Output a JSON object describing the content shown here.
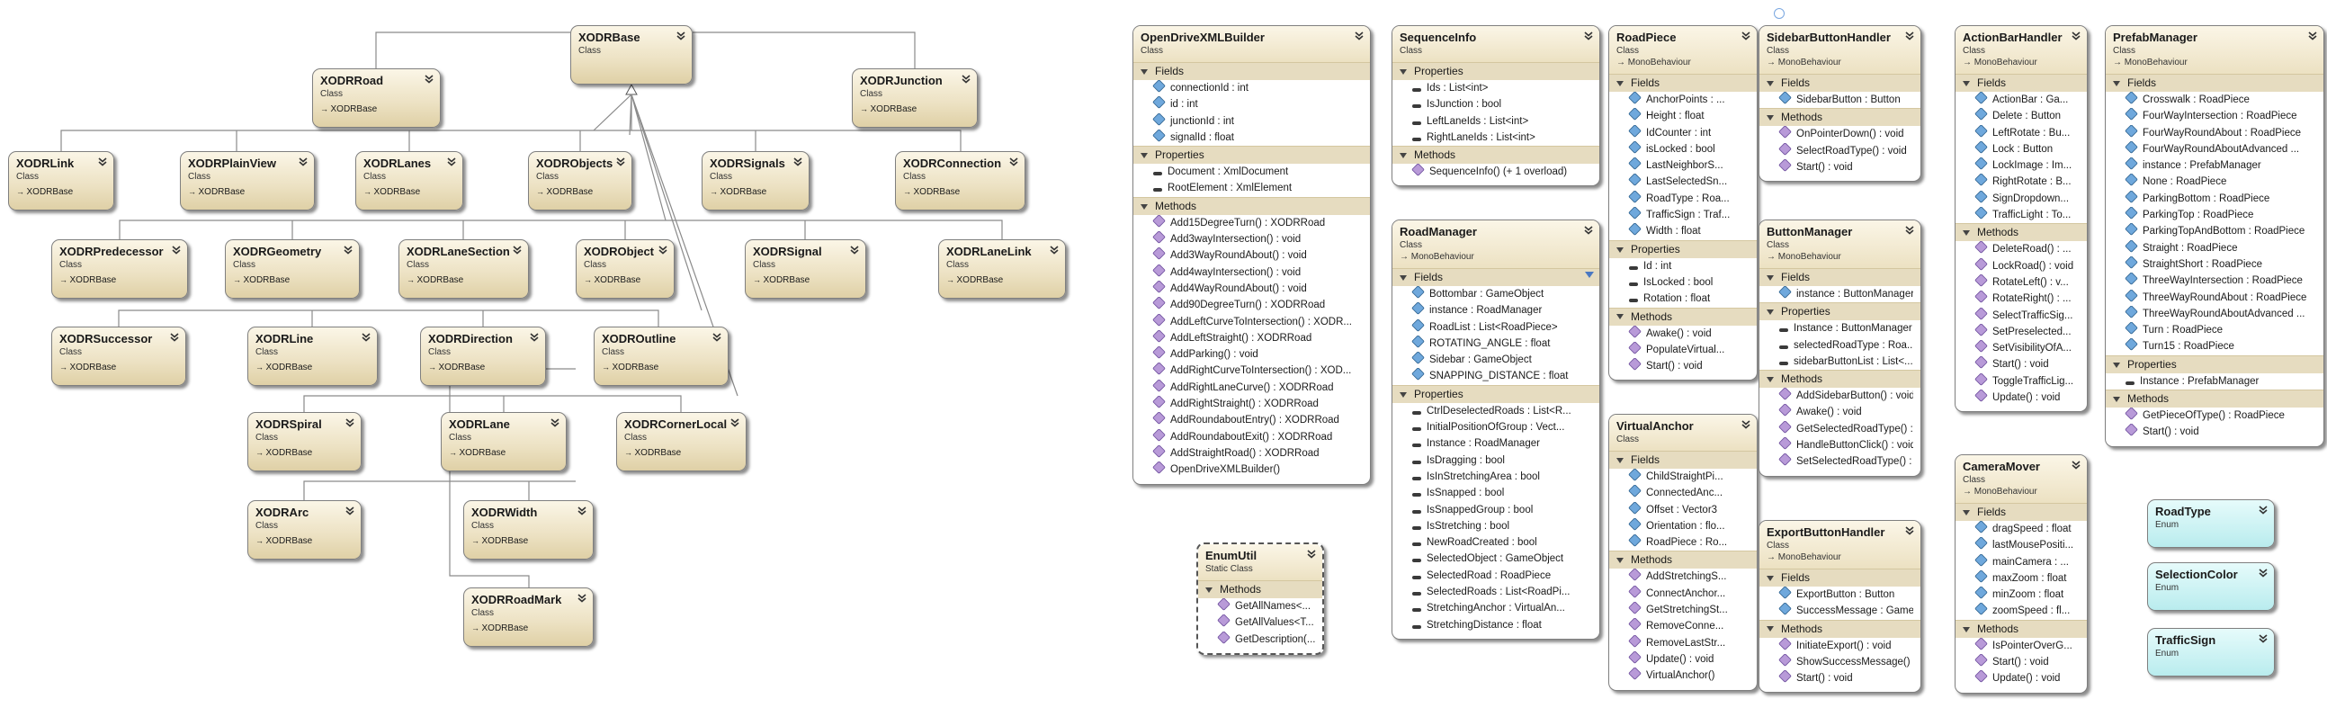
{
  "classes": [
    {
      "name": "XODRBase",
      "kind": "Class",
      "base": ""
    },
    {
      "name": "XODRRoad",
      "kind": "Class",
      "base": "XODRBase"
    },
    {
      "name": "XODRJunction",
      "kind": "Class",
      "base": "XODRBase"
    },
    {
      "name": "XODRLink",
      "kind": "Class",
      "base": "XODRBase"
    },
    {
      "name": "XODRPlainView",
      "kind": "Class",
      "base": "XODRBase"
    },
    {
      "name": "XODRLanes",
      "kind": "Class",
      "base": "XODRBase"
    },
    {
      "name": "XODRObjects",
      "kind": "Class",
      "base": "XODRBase"
    },
    {
      "name": "XODRSignals",
      "kind": "Class",
      "base": "XODRBase"
    },
    {
      "name": "XODRConnection",
      "kind": "Class",
      "base": "XODRBase"
    },
    {
      "name": "XODRPredecessor",
      "kind": "Class",
      "base": "XODRBase"
    },
    {
      "name": "XODRGeometry",
      "kind": "Class",
      "base": "XODRBase"
    },
    {
      "name": "XODRLaneSection",
      "kind": "Class",
      "base": "XODRBase"
    },
    {
      "name": "XODRObject",
      "kind": "Class",
      "base": "XODRBase"
    },
    {
      "name": "XODRSignal",
      "kind": "Class",
      "base": "XODRBase"
    },
    {
      "name": "XODRLaneLink",
      "kind": "Class",
      "base": "XODRBase"
    },
    {
      "name": "XODRSuccessor",
      "kind": "Class",
      "base": "XODRBase"
    },
    {
      "name": "XODRLine",
      "kind": "Class",
      "base": "XODRBase"
    },
    {
      "name": "XODRDirection",
      "kind": "Class",
      "base": "XODRBase"
    },
    {
      "name": "XODROutline",
      "kind": "Class",
      "base": "XODRBase"
    },
    {
      "name": "XODRSpiral",
      "kind": "Class",
      "base": "XODRBase"
    },
    {
      "name": "XODRLane",
      "kind": "Class",
      "base": "XODRBase"
    },
    {
      "name": "XODRCornerLocal",
      "kind": "Class",
      "base": "XODRBase"
    },
    {
      "name": "XODRArc",
      "kind": "Class",
      "base": "XODRBase"
    },
    {
      "name": "XODRWidth",
      "kind": "Class",
      "base": "XODRBase"
    },
    {
      "name": "XODRRoadMark",
      "kind": "Class",
      "base": "XODRBase"
    }
  ],
  "panels": [
    {
      "name": "OpenDriveXMLBuilder",
      "kind": "Class",
      "sections": [
        {
          "title": "Fields",
          "items": [
            {
              "i": "f",
              "t": "connectionId : int"
            },
            {
              "i": "f",
              "t": "id : int"
            },
            {
              "i": "f",
              "t": "junctionId : int"
            },
            {
              "i": "f",
              "t": "signalId : float"
            }
          ]
        },
        {
          "title": "Properties",
          "items": [
            {
              "i": "p",
              "t": "Document : XmlDocument"
            },
            {
              "i": "p",
              "t": "RootElement : XmlElement"
            }
          ]
        },
        {
          "title": "Methods",
          "items": [
            {
              "i": "m",
              "t": "Add15DegreeTurn() : XODRRoad"
            },
            {
              "i": "m",
              "t": "Add3wayIntersection() : void"
            },
            {
              "i": "m",
              "t": "Add3WayRoundAbout() : void"
            },
            {
              "i": "m",
              "t": "Add4wayIntersection() : void"
            },
            {
              "i": "m",
              "t": "Add4WayRoundAbout() : void"
            },
            {
              "i": "m",
              "t": "Add90DegreeTurn() : XODRRoad"
            },
            {
              "i": "m",
              "t": "AddLeftCurveToIntersection() : XODR..."
            },
            {
              "i": "m",
              "t": "AddLeftStraight() : XODRRoad"
            },
            {
              "i": "m",
              "t": "AddParking() : void"
            },
            {
              "i": "m",
              "t": "AddRightCurveToIntersection() : XOD..."
            },
            {
              "i": "m",
              "t": "AddRightLaneCurve() : XODRRoad"
            },
            {
              "i": "m",
              "t": "AddRightStraight() : XODRRoad"
            },
            {
              "i": "m",
              "t": "AddRoundaboutEntry() : XODRRoad"
            },
            {
              "i": "m",
              "t": "AddRoundaboutExit() : XODRRoad"
            },
            {
              "i": "m",
              "t": "AddStraightRoad() : XODRRoad"
            },
            {
              "i": "m",
              "t": "OpenDriveXMLBuilder()"
            }
          ]
        }
      ]
    },
    {
      "name": "SequenceInfo",
      "kind": "Class",
      "sections": [
        {
          "title": "Properties",
          "items": [
            {
              "i": "p",
              "t": "Ids : List<int>"
            },
            {
              "i": "p",
              "t": "IsJunction : bool"
            },
            {
              "i": "p",
              "t": "LeftLaneIds : List<int>"
            },
            {
              "i": "p",
              "t": "RightLaneIds : List<int>"
            }
          ]
        },
        {
          "title": "Methods",
          "items": [
            {
              "i": "m",
              "t": "SequenceInfo() (+ 1 overload)"
            }
          ]
        }
      ]
    },
    {
      "name": "RoadManager",
      "kind": "Class",
      "base": "MonoBehaviour",
      "sections": [
        {
          "title": "Fields",
          "items": [
            {
              "i": "f",
              "t": "Bottombar : GameObject"
            },
            {
              "i": "f",
              "t": "instance : RoadManager"
            },
            {
              "i": "f",
              "t": "RoadList : List<RoadPiece>"
            },
            {
              "i": "f",
              "t": "ROTATING_ANGLE : float"
            },
            {
              "i": "f",
              "t": "Sidebar : GameObject"
            },
            {
              "i": "f",
              "t": "SNAPPING_DISTANCE : float"
            }
          ]
        },
        {
          "title": "Properties",
          "items": [
            {
              "i": "p",
              "t": "CtrlDeselectedRoads : List<R..."
            },
            {
              "i": "p",
              "t": "InitialPositionOfGroup : Vect..."
            },
            {
              "i": "p",
              "t": "Instance : RoadManager"
            },
            {
              "i": "p",
              "t": "IsDragging : bool"
            },
            {
              "i": "p",
              "t": "IsInStretchingArea : bool"
            },
            {
              "i": "p",
              "t": "IsSnapped : bool"
            },
            {
              "i": "p",
              "t": "IsSnappedGroup : bool"
            },
            {
              "i": "p",
              "t": "IsStretching : bool"
            },
            {
              "i": "p",
              "t": "NewRoadCreated : bool"
            },
            {
              "i": "p",
              "t": "SelectedObject : GameObject"
            },
            {
              "i": "p",
              "t": "SelectedRoad : RoadPiece"
            },
            {
              "i": "p",
              "t": "SelectedRoads : List<RoadPi..."
            },
            {
              "i": "p",
              "t": "StretchingAnchor : VirtualAn..."
            },
            {
              "i": "p",
              "t": "StretchingDistance : float"
            }
          ]
        }
      ]
    },
    {
      "name": "RoadPiece",
      "kind": "Class",
      "base": "MonoBehaviour",
      "sections": [
        {
          "title": "Fields",
          "items": [
            {
              "i": "f",
              "t": "AnchorPoints : ..."
            },
            {
              "i": "f",
              "t": "Height : float"
            },
            {
              "i": "f",
              "t": "IdCounter : int"
            },
            {
              "i": "f",
              "t": "isLocked : bool"
            },
            {
              "i": "f",
              "t": "LastNeighborS..."
            },
            {
              "i": "f",
              "t": "LastSelectedSn..."
            },
            {
              "i": "f",
              "t": "RoadType : Roa..."
            },
            {
              "i": "f",
              "t": "TrafficSign : Traf..."
            },
            {
              "i": "f",
              "t": "Width : float"
            }
          ]
        },
        {
          "title": "Properties",
          "items": [
            {
              "i": "p",
              "t": "Id : int"
            },
            {
              "i": "p",
              "t": "IsLocked : bool"
            },
            {
              "i": "p",
              "t": "Rotation : float"
            }
          ]
        },
        {
          "title": "Methods",
          "items": [
            {
              "i": "m",
              "t": "Awake() : void"
            },
            {
              "i": "m",
              "t": "PopulateVirtual..."
            },
            {
              "i": "m",
              "t": "Start() : void"
            }
          ]
        }
      ]
    },
    {
      "name": "VirtualAnchor",
      "kind": "Class",
      "sections": [
        {
          "title": "Fields",
          "items": [
            {
              "i": "f",
              "t": "ChildStraightPi..."
            },
            {
              "i": "f",
              "t": "ConnectedAnc..."
            },
            {
              "i": "f",
              "t": "Offset : Vector3"
            },
            {
              "i": "f",
              "t": "Orientation : flo..."
            },
            {
              "i": "f",
              "t": "RoadPiece : Ro..."
            }
          ]
        },
        {
          "title": "Methods",
          "items": [
            {
              "i": "m",
              "t": "AddStretchingS..."
            },
            {
              "i": "m",
              "t": "ConnectAnchor..."
            },
            {
              "i": "m",
              "t": "GetStretchingSt..."
            },
            {
              "i": "m",
              "t": "RemoveConne..."
            },
            {
              "i": "m",
              "t": "RemoveLastStr..."
            },
            {
              "i": "m",
              "t": "Update() : void"
            },
            {
              "i": "m",
              "t": "VirtualAnchor()"
            }
          ]
        }
      ]
    },
    {
      "name": "SidebarButtonHandler",
      "kind": "Class",
      "base": "MonoBehaviour",
      "sections": [
        {
          "title": "Fields",
          "items": [
            {
              "i": "f",
              "t": "SidebarButton : Button"
            }
          ]
        },
        {
          "title": "Methods",
          "items": [
            {
              "i": "m",
              "t": "OnPointerDown() : void"
            },
            {
              "i": "m",
              "t": "SelectRoadType() : void"
            },
            {
              "i": "m",
              "t": "Start() : void"
            }
          ]
        }
      ]
    },
    {
      "name": "ButtonManager",
      "kind": "Class",
      "base": "MonoBehaviour",
      "sections": [
        {
          "title": "Fields",
          "items": [
            {
              "i": "f",
              "t": "instance : ButtonManager"
            }
          ]
        },
        {
          "title": "Properties",
          "items": [
            {
              "i": "p",
              "t": "Instance : ButtonManager"
            },
            {
              "i": "p",
              "t": "selectedRoadType : Roa..."
            },
            {
              "i": "p",
              "t": "sidebarButtonList : List<..."
            }
          ]
        },
        {
          "title": "Methods",
          "items": [
            {
              "i": "m",
              "t": "AddSidebarButton() : void"
            },
            {
              "i": "m",
              "t": "Awake() : void"
            },
            {
              "i": "m",
              "t": "GetSelectedRoadType() : ..."
            },
            {
              "i": "m",
              "t": "HandleButtonClick() : void"
            },
            {
              "i": "m",
              "t": "SetSelectedRoadType() : ..."
            }
          ]
        }
      ]
    },
    {
      "name": "ExportButtonHandler",
      "kind": "Class",
      "base": "MonoBehaviour",
      "sections": [
        {
          "title": "Fields",
          "items": [
            {
              "i": "f",
              "t": "ExportButton : Button"
            },
            {
              "i": "f",
              "t": "SuccessMessage : Game..."
            }
          ]
        },
        {
          "title": "Methods",
          "items": [
            {
              "i": "m",
              "t": "InitiateExport() : void"
            },
            {
              "i": "m",
              "t": "ShowSuccessMessage() : ..."
            },
            {
              "i": "m",
              "t": "Start() : void"
            }
          ]
        }
      ]
    },
    {
      "name": "ActionBarHandler",
      "kind": "Class",
      "base": "MonoBehaviour",
      "sections": [
        {
          "title": "Fields",
          "items": [
            {
              "i": "f",
              "t": "ActionBar : Ga..."
            },
            {
              "i": "f",
              "t": "Delete : Button"
            },
            {
              "i": "f",
              "t": "LeftRotate : Bu..."
            },
            {
              "i": "f",
              "t": "Lock : Button"
            },
            {
              "i": "f",
              "t": "LockImage : Im..."
            },
            {
              "i": "f",
              "t": "RightRotate : B..."
            },
            {
              "i": "f",
              "t": "SignDropdown..."
            },
            {
              "i": "f",
              "t": "TrafficLight : To..."
            }
          ]
        },
        {
          "title": "Methods",
          "items": [
            {
              "i": "m",
              "t": "DeleteRoad() : ..."
            },
            {
              "i": "m",
              "t": "LockRoad() : void"
            },
            {
              "i": "m",
              "t": "RotateLeft() : v..."
            },
            {
              "i": "m",
              "t": "RotateRight() : ..."
            },
            {
              "i": "m",
              "t": "SelectTrafficSig..."
            },
            {
              "i": "m",
              "t": "SetPreselected..."
            },
            {
              "i": "m",
              "t": "SetVisibilityOfA..."
            },
            {
              "i": "m",
              "t": "Start() : void"
            },
            {
              "i": "m",
              "t": "ToggleTrafficLig..."
            },
            {
              "i": "m",
              "t": "Update() : void"
            }
          ]
        }
      ]
    },
    {
      "name": "CameraMover",
      "kind": "Class",
      "base": "MonoBehaviour",
      "sections": [
        {
          "title": "Fields",
          "items": [
            {
              "i": "f",
              "t": "dragSpeed : float"
            },
            {
              "i": "f",
              "t": "lastMousePositi..."
            },
            {
              "i": "f",
              "t": "mainCamera : ..."
            },
            {
              "i": "f",
              "t": "maxZoom : float"
            },
            {
              "i": "f",
              "t": "minZoom : float"
            },
            {
              "i": "f",
              "t": "zoomSpeed : fl..."
            }
          ]
        },
        {
          "title": "Methods",
          "items": [
            {
              "i": "m",
              "t": "IsPointerOverG..."
            },
            {
              "i": "m",
              "t": "Start() : void"
            },
            {
              "i": "m",
              "t": "Update() : void"
            }
          ]
        }
      ]
    },
    {
      "name": "PrefabManager",
      "kind": "Class",
      "base": "MonoBehaviour",
      "sections": [
        {
          "title": "Fields",
          "items": [
            {
              "i": "f",
              "t": "Crosswalk : RoadPiece"
            },
            {
              "i": "f",
              "t": "FourWayIntersection : RoadPiece"
            },
            {
              "i": "f",
              "t": "FourWayRoundAbout : RoadPiece"
            },
            {
              "i": "f",
              "t": "FourWayRoundAboutAdvanced ..."
            },
            {
              "i": "f",
              "t": "instance : PrefabManager"
            },
            {
              "i": "f",
              "t": "None : RoadPiece"
            },
            {
              "i": "f",
              "t": "ParkingBottom : RoadPiece"
            },
            {
              "i": "f",
              "t": "ParkingTop : RoadPiece"
            },
            {
              "i": "f",
              "t": "ParkingTopAndBottom : RoadPiece"
            },
            {
              "i": "f",
              "t": "Straight : RoadPiece"
            },
            {
              "i": "f",
              "t": "StraightShort : RoadPiece"
            },
            {
              "i": "f",
              "t": "ThreeWayIntersection : RoadPiece"
            },
            {
              "i": "f",
              "t": "ThreeWayRoundAbout : RoadPiece"
            },
            {
              "i": "f",
              "t": "ThreeWayRoundAboutAdvanced ..."
            },
            {
              "i": "f",
              "t": "Turn : RoadPiece"
            },
            {
              "i": "f",
              "t": "Turn15 : RoadPiece"
            }
          ]
        },
        {
          "title": "Properties",
          "items": [
            {
              "i": "p",
              "t": "Instance : PrefabManager"
            }
          ]
        },
        {
          "title": "Methods",
          "items": [
            {
              "i": "m",
              "t": "GetPieceOfType() : RoadPiece"
            },
            {
              "i": "m",
              "t": "Start() : void"
            }
          ]
        }
      ]
    },
    {
      "name": "EnumUtil",
      "kind": "Static Class",
      "sections": [
        {
          "title": "Methods",
          "items": [
            {
              "i": "m",
              "t": "GetAllNames<..."
            },
            {
              "i": "m",
              "t": "GetAllValues<T..."
            },
            {
              "i": "m",
              "t": "GetDescription(..."
            }
          ]
        }
      ]
    }
  ],
  "enums": [
    {
      "name": "RoadType",
      "kind": "Enum"
    },
    {
      "name": "SelectionColor",
      "kind": "Enum"
    },
    {
      "name": "TrafficSign",
      "kind": "Enum"
    }
  ]
}
